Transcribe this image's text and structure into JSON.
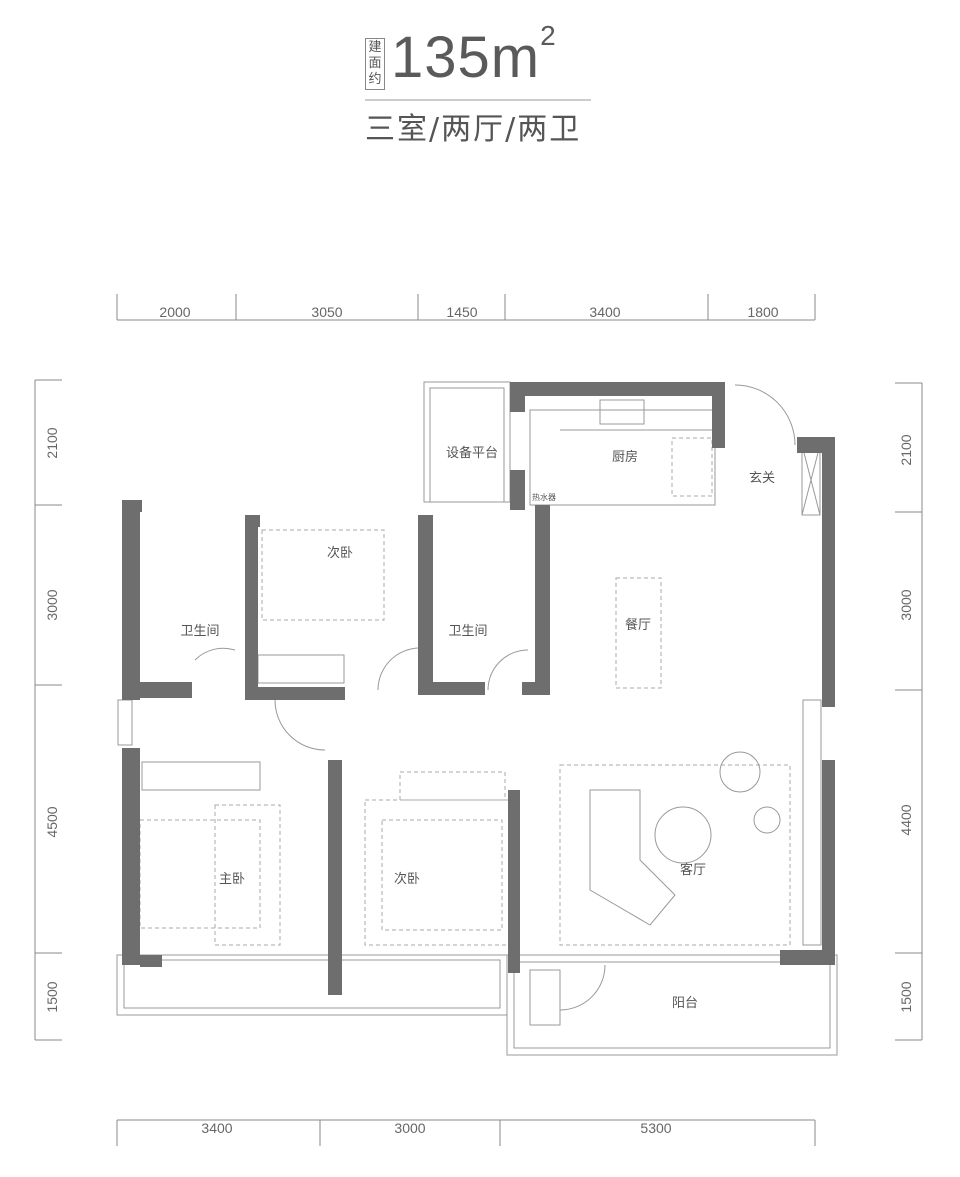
{
  "header": {
    "tag": "建面约",
    "area_value": "135m",
    "area_unit_sup": "2",
    "layout": "三室/两厅/两卫"
  },
  "dimensions": {
    "top": [
      "2000",
      "3050",
      "1450",
      "3400",
      "1800"
    ],
    "bottom": [
      "3400",
      "3000",
      "5300"
    ],
    "left": [
      "2100",
      "3000",
      "4500",
      "1500"
    ],
    "right": [
      "2100",
      "3000",
      "4400",
      "1500"
    ]
  },
  "rooms": {
    "equipment_platform": "设备平台",
    "kitchen": "厨房",
    "entrance": "玄关",
    "second_bedroom_north": "次卧",
    "bathroom_west": "卫生间",
    "bathroom_middle": "卫生间",
    "dining": "餐厅",
    "master_bedroom": "主卧",
    "second_bedroom_south": "次卧",
    "living": "客厅",
    "balcony": "阳台",
    "water_heater": "热水器"
  },
  "colors": {
    "wall": "#6e6e6e",
    "line": "#9a9a9a",
    "text": "#555555"
  }
}
